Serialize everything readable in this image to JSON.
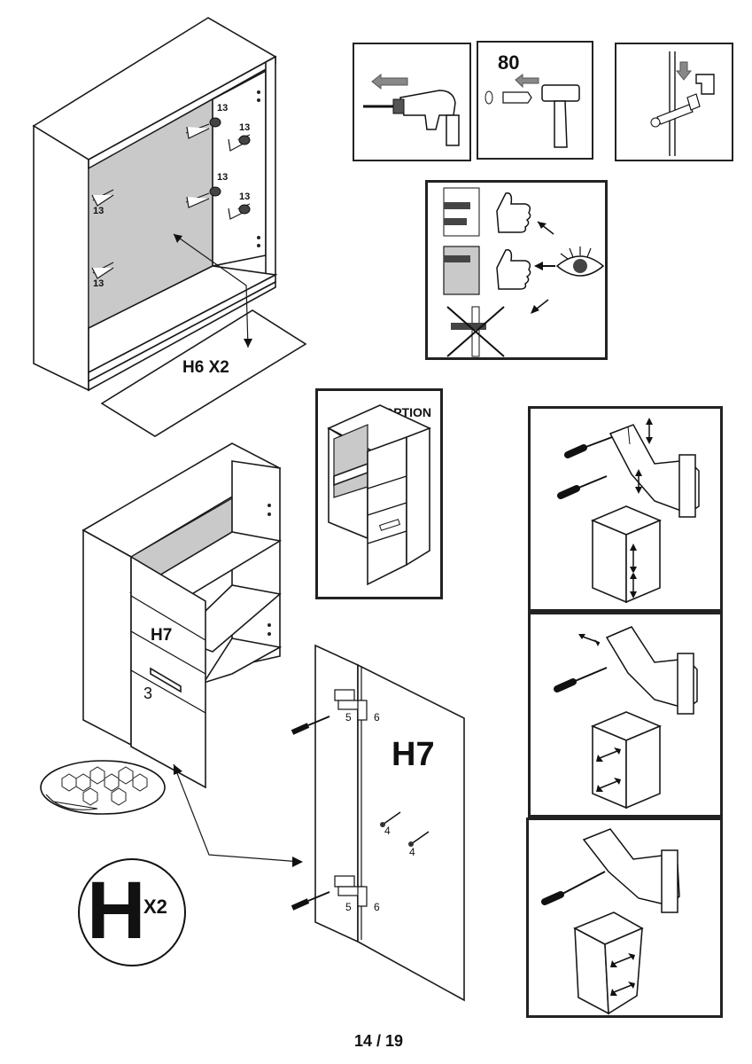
{
  "page": {
    "number": "14 / 19"
  },
  "step_top": {
    "part_label": "H6 X2",
    "screw_ref": "13"
  },
  "tools": {
    "dowel_length": "80"
  },
  "option_panel": {
    "title": "OPTION"
  },
  "cabinet_bottom": {
    "part_label": "H7",
    "handle_ref": "3"
  },
  "door": {
    "part_label": "H7",
    "hinge_refs": [
      "5",
      "6"
    ],
    "screw_ref": "4"
  },
  "hinge_badge": {
    "letter": "H",
    "qty": "X2"
  }
}
